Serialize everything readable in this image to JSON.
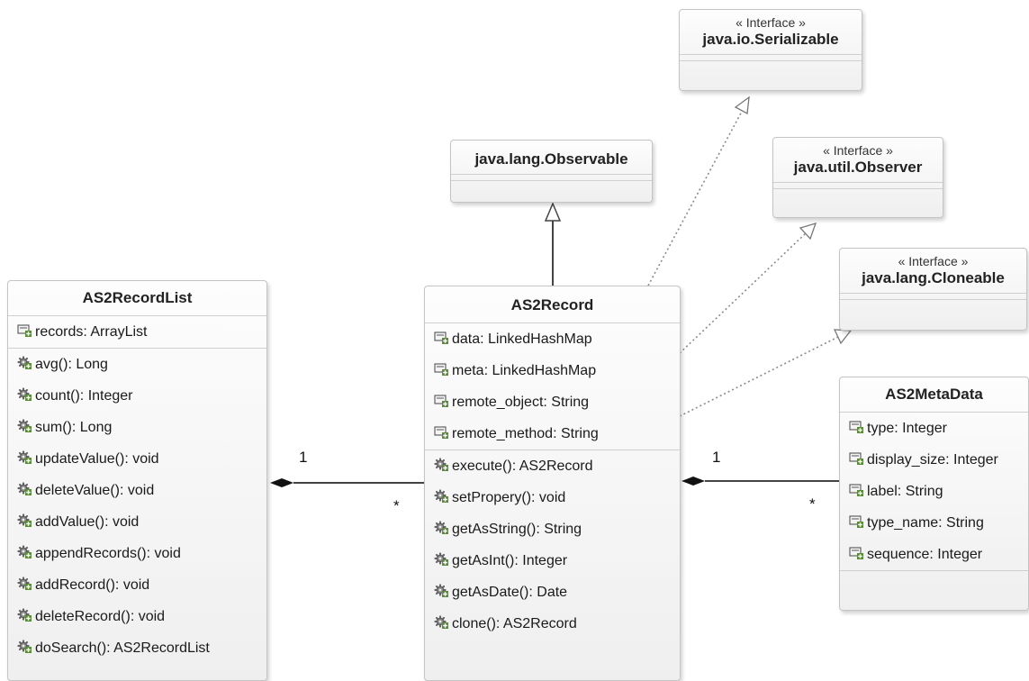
{
  "classes": {
    "serializable": {
      "stereotype": "« Interface »",
      "name": "java.io.Serializable"
    },
    "observable": {
      "name": "java.lang.Observable"
    },
    "observer": {
      "stereotype": "« Interface »",
      "name": "java.util.Observer"
    },
    "cloneable": {
      "stereotype": "« Interface »",
      "name": "java.lang.Cloneable"
    },
    "recordlist": {
      "name": "AS2RecordList",
      "attributes": [
        "records: ArrayList"
      ],
      "methods": [
        "avg(): Long",
        "count(): Integer",
        "sum(): Long",
        "updateValue(): void",
        "deleteValue(): void",
        "addValue(): void",
        "appendRecords(): void",
        "addRecord(): void",
        "deleteRecord(): void",
        "doSearch(): AS2RecordList"
      ]
    },
    "record": {
      "name": "AS2Record",
      "attributes": [
        "data: LinkedHashMap",
        "meta: LinkedHashMap",
        "remote_object: String",
        "remote_method: String"
      ],
      "methods": [
        "execute(): AS2Record",
        "setPropery(): void",
        "getAsString(): String",
        "getAsInt(): Integer",
        "getAsDate(): Date",
        "clone(): AS2Record"
      ]
    },
    "metadata": {
      "name": "AS2MetaData",
      "attributes": [
        "type: Integer",
        "display_size: Integer",
        "label: String",
        "type_name: String",
        "sequence: Integer"
      ]
    }
  },
  "multiplicities": {
    "list_end": "1",
    "record_end_left": "*",
    "record_end_right": "1",
    "meta_end": "*"
  },
  "icons": {
    "attribute": "field-icon",
    "method": "method-gear-icon"
  },
  "colors": {
    "box_border": "#c4c4c4",
    "line": "#444444",
    "dotted": "#8a8a8a"
  }
}
